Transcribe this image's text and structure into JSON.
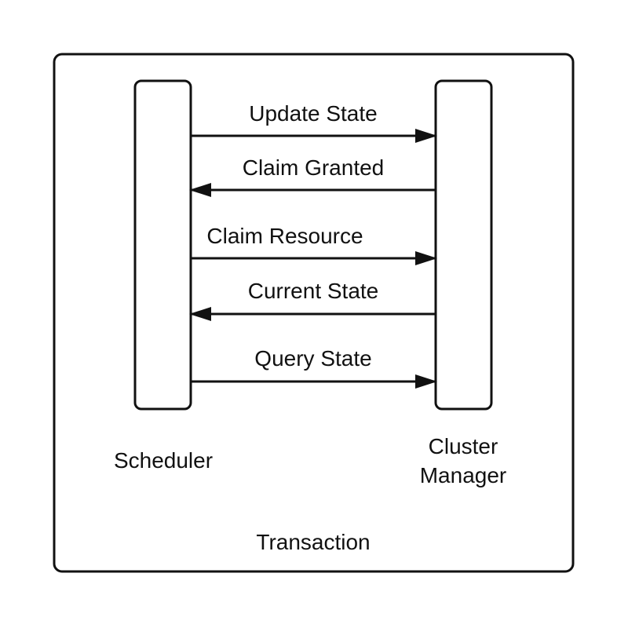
{
  "diagram": {
    "container_label": "Transaction",
    "participants": {
      "left": {
        "name": "Scheduler"
      },
      "right": {
        "name_line1": "Cluster",
        "name_line2": "Manager"
      }
    },
    "messages": [
      {
        "label": "Update State",
        "direction": "left-to-right"
      },
      {
        "label": "Claim Granted",
        "direction": "right-to-left"
      },
      {
        "label": "Claim Resource",
        "direction": "left-to-right"
      },
      {
        "label": "Current State",
        "direction": "right-to-left"
      },
      {
        "label": "Query State",
        "direction": "left-to-right"
      }
    ],
    "colors": {
      "stroke": "#111111",
      "background": "#ffffff"
    }
  }
}
